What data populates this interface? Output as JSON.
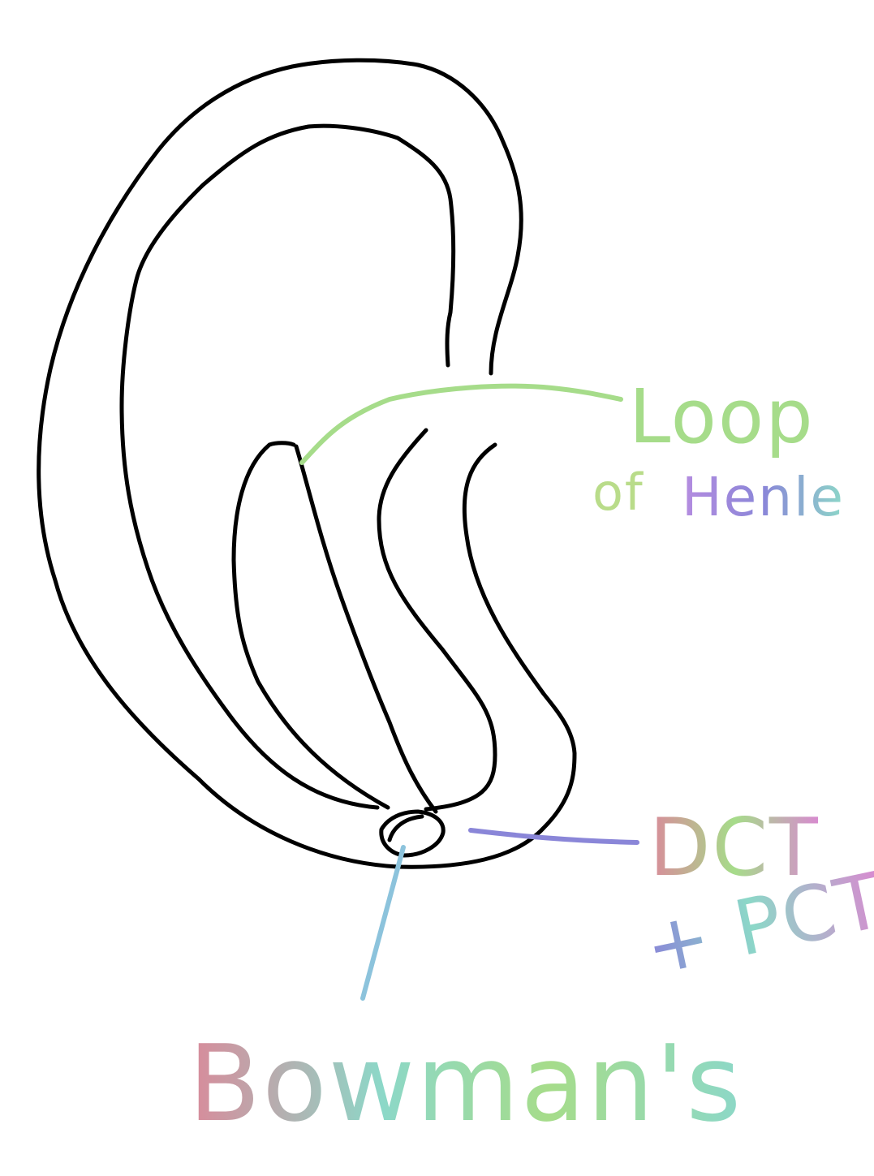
{
  "labels": {
    "loop_line1": "Loop",
    "loop_line2_of": "of",
    "loop_line2_henle": "Henle",
    "dct": "DCT",
    "pct": "+ PCT",
    "bowmans": "Bowman's"
  },
  "colors": {
    "outline": "#000000",
    "loop_leader": "#a6dc8a",
    "dct_leader": "#8a86d8",
    "bowmans_leader": "#8cc3dc",
    "loop_text": "#a6dc8a",
    "of_text": "#b9dc8a",
    "henle_text_start": "#b58ce0",
    "henle_text_end": "#8cd8c8",
    "dct_text_start": "#d98a9a",
    "dct_text_end": "#d88ad0",
    "pct_text_start": "#8a86d8",
    "pct_text_end": "#d88ad0",
    "bowmans_text_start": "#d98a9a",
    "bowmans_text_end": "#8cd8c8"
  }
}
